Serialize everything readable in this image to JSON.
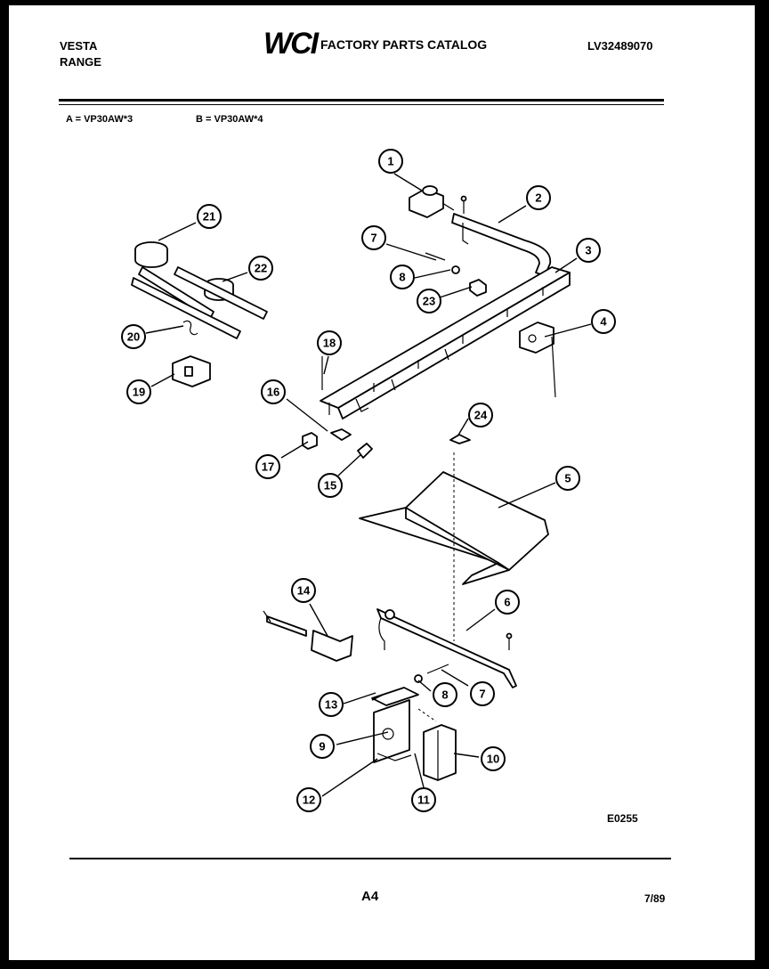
{
  "header": {
    "brand_line1": "VESTA",
    "brand_line2": "RANGE",
    "logo_text": "WCI",
    "catalog_title": "FACTORY PARTS CATALOG",
    "catalog_number": "LV32489070"
  },
  "models": {
    "a": "A = VP30AW*3",
    "b": "B = VP30AW*4"
  },
  "callouts": [
    "1",
    "2",
    "3",
    "4",
    "5",
    "6",
    "7",
    "8",
    "9",
    "10",
    "11",
    "12",
    "13",
    "14",
    "15",
    "16",
    "17",
    "18",
    "19",
    "20",
    "21",
    "22",
    "23",
    "24",
    "7",
    "8"
  ],
  "figure_code": "E0255",
  "footer": {
    "page": "A4",
    "date": "7/89"
  }
}
